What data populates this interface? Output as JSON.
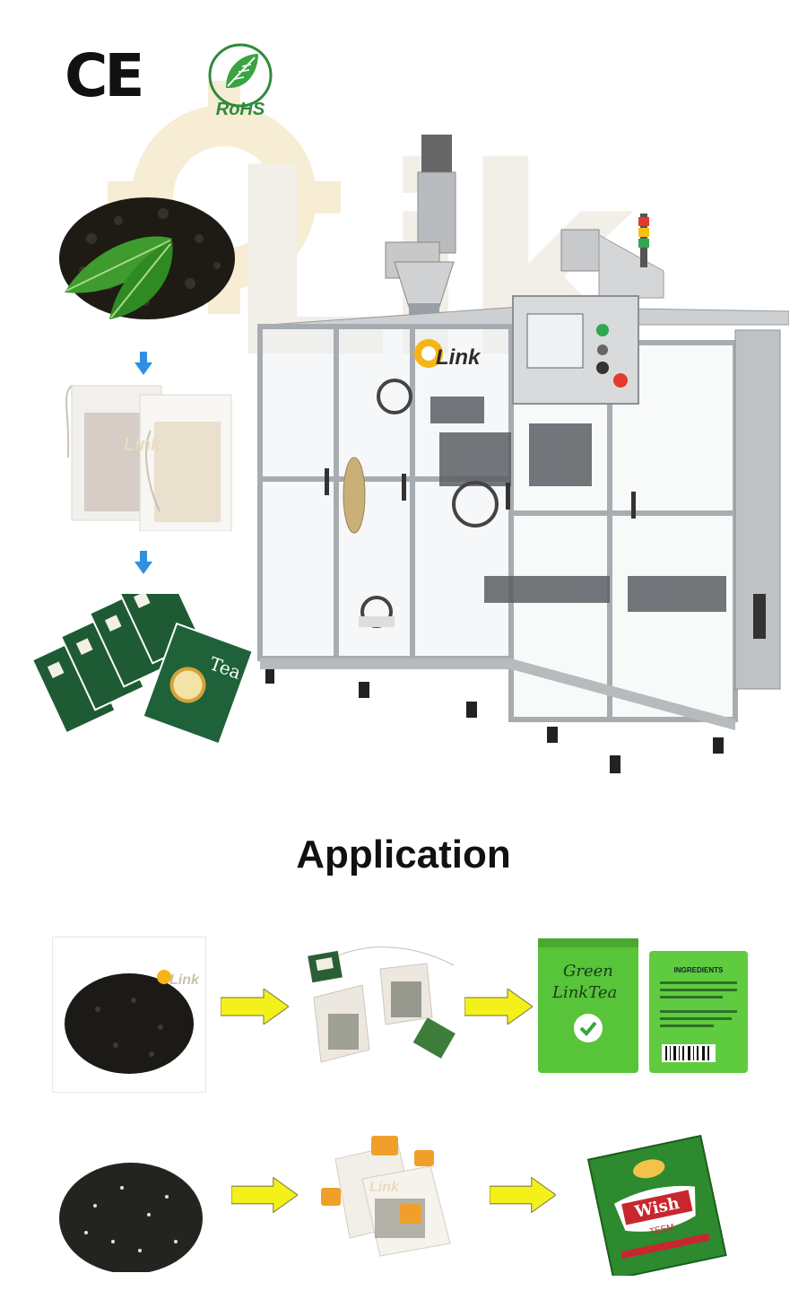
{
  "certifications": {
    "ce": "CE",
    "rohs": "RoHS"
  },
  "watermark_text": "Lik",
  "brand_logo": "Link",
  "section_title": "Application",
  "products": {
    "green_pouch_line1": "Green",
    "green_pouch_line2": "LinkTea",
    "ingredients_label": "INGREDIENTS",
    "sachet_left_text": "Tea",
    "wish_brand": "Wish",
    "wish_sub": "TEEM"
  },
  "colors": {
    "arrow_blue": "#2f8fe0",
    "arrow_yellow": "#f4f01a",
    "sachet_green": "#1e5b35",
    "pouch_green": "#57c43a",
    "wish_red": "#c8272f",
    "tag_orange": "#f0a02a"
  },
  "icons": [
    "down-arrow-icon",
    "right-arrow-icon",
    "leaf-icon",
    "gear-icon"
  ]
}
